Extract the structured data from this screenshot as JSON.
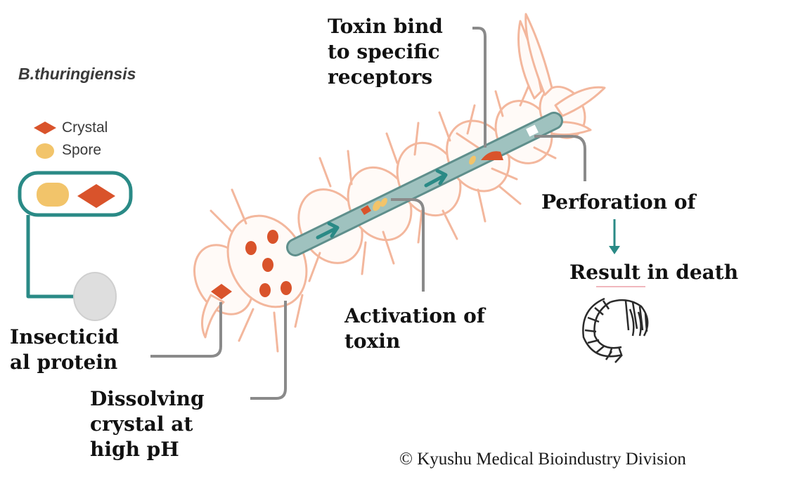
{
  "species": "B.thuringiensis",
  "legend": {
    "crystal": "Crystal",
    "spore": "Spore"
  },
  "labels": {
    "toxin_bind": [
      "Toxin bind",
      "to specific",
      "receptors"
    ],
    "insecticidal_protein": [
      "Insecticid",
      "al protein"
    ],
    "dissolving_crystal": [
      "Dissolving",
      "crystal at",
      "high pH"
    ],
    "activation": [
      "Activation of",
      "toxin"
    ],
    "perforation": "Perforation of",
    "death": "Result in death"
  },
  "credit": "© Kyushu Medical Bioindustry Division",
  "colors": {
    "crystal": "#d9532b",
    "spore": "#f2c46a",
    "teal": "#2a8a86",
    "gut": "#8fb3b0",
    "larva_outline": "#f3b79d",
    "leader": "#8a8a8a"
  }
}
